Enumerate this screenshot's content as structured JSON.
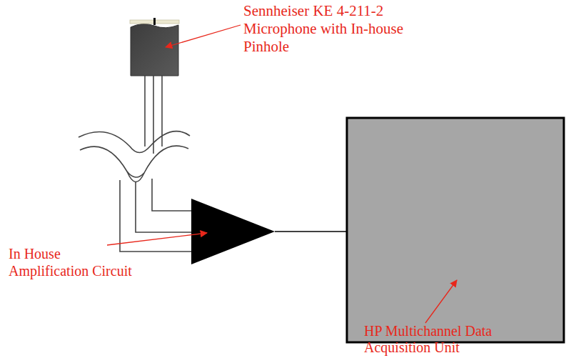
{
  "diagram": {
    "labels": [
      "Sennheiser KE 4-211-2 Microphone with In-house Pinhole",
      "In House Amplification Circuit",
      "HP Multichannel Data Acquisition Unit"
    ]
  }
}
